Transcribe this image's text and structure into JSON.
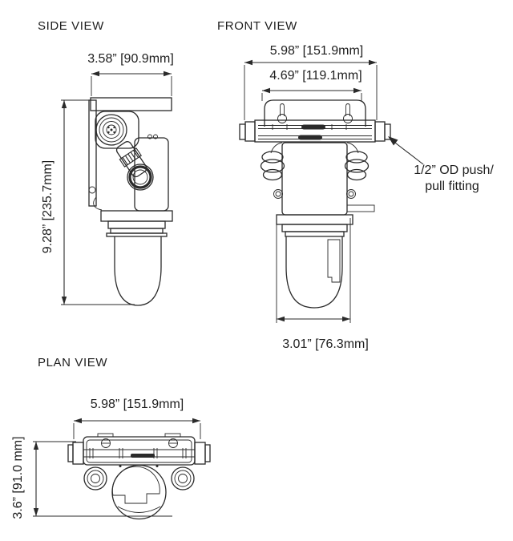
{
  "page": {
    "background": "#ffffff",
    "ink": "#2a2a2a"
  },
  "side_view": {
    "label": "SIDE VIEW",
    "width_dim": "3.58” [90.9mm]",
    "height_dim": "9.28” [235.7mm]"
  },
  "front_view": {
    "label": "FRONT VIEW",
    "width_dim": "5.98” [151.9mm]",
    "bracket_width_dim": "4.69” [119.1mm]",
    "bowl_width_dim": "3.01” [76.3mm]",
    "fitting_callout": {
      "line1": "1/2” OD push/",
      "line2": "pull fitting"
    }
  },
  "plan_view": {
    "label": "PLAN VIEW",
    "width_dim": "5.98” [151.9mm]",
    "depth_dim": "3.6” [91.0 mm]"
  }
}
